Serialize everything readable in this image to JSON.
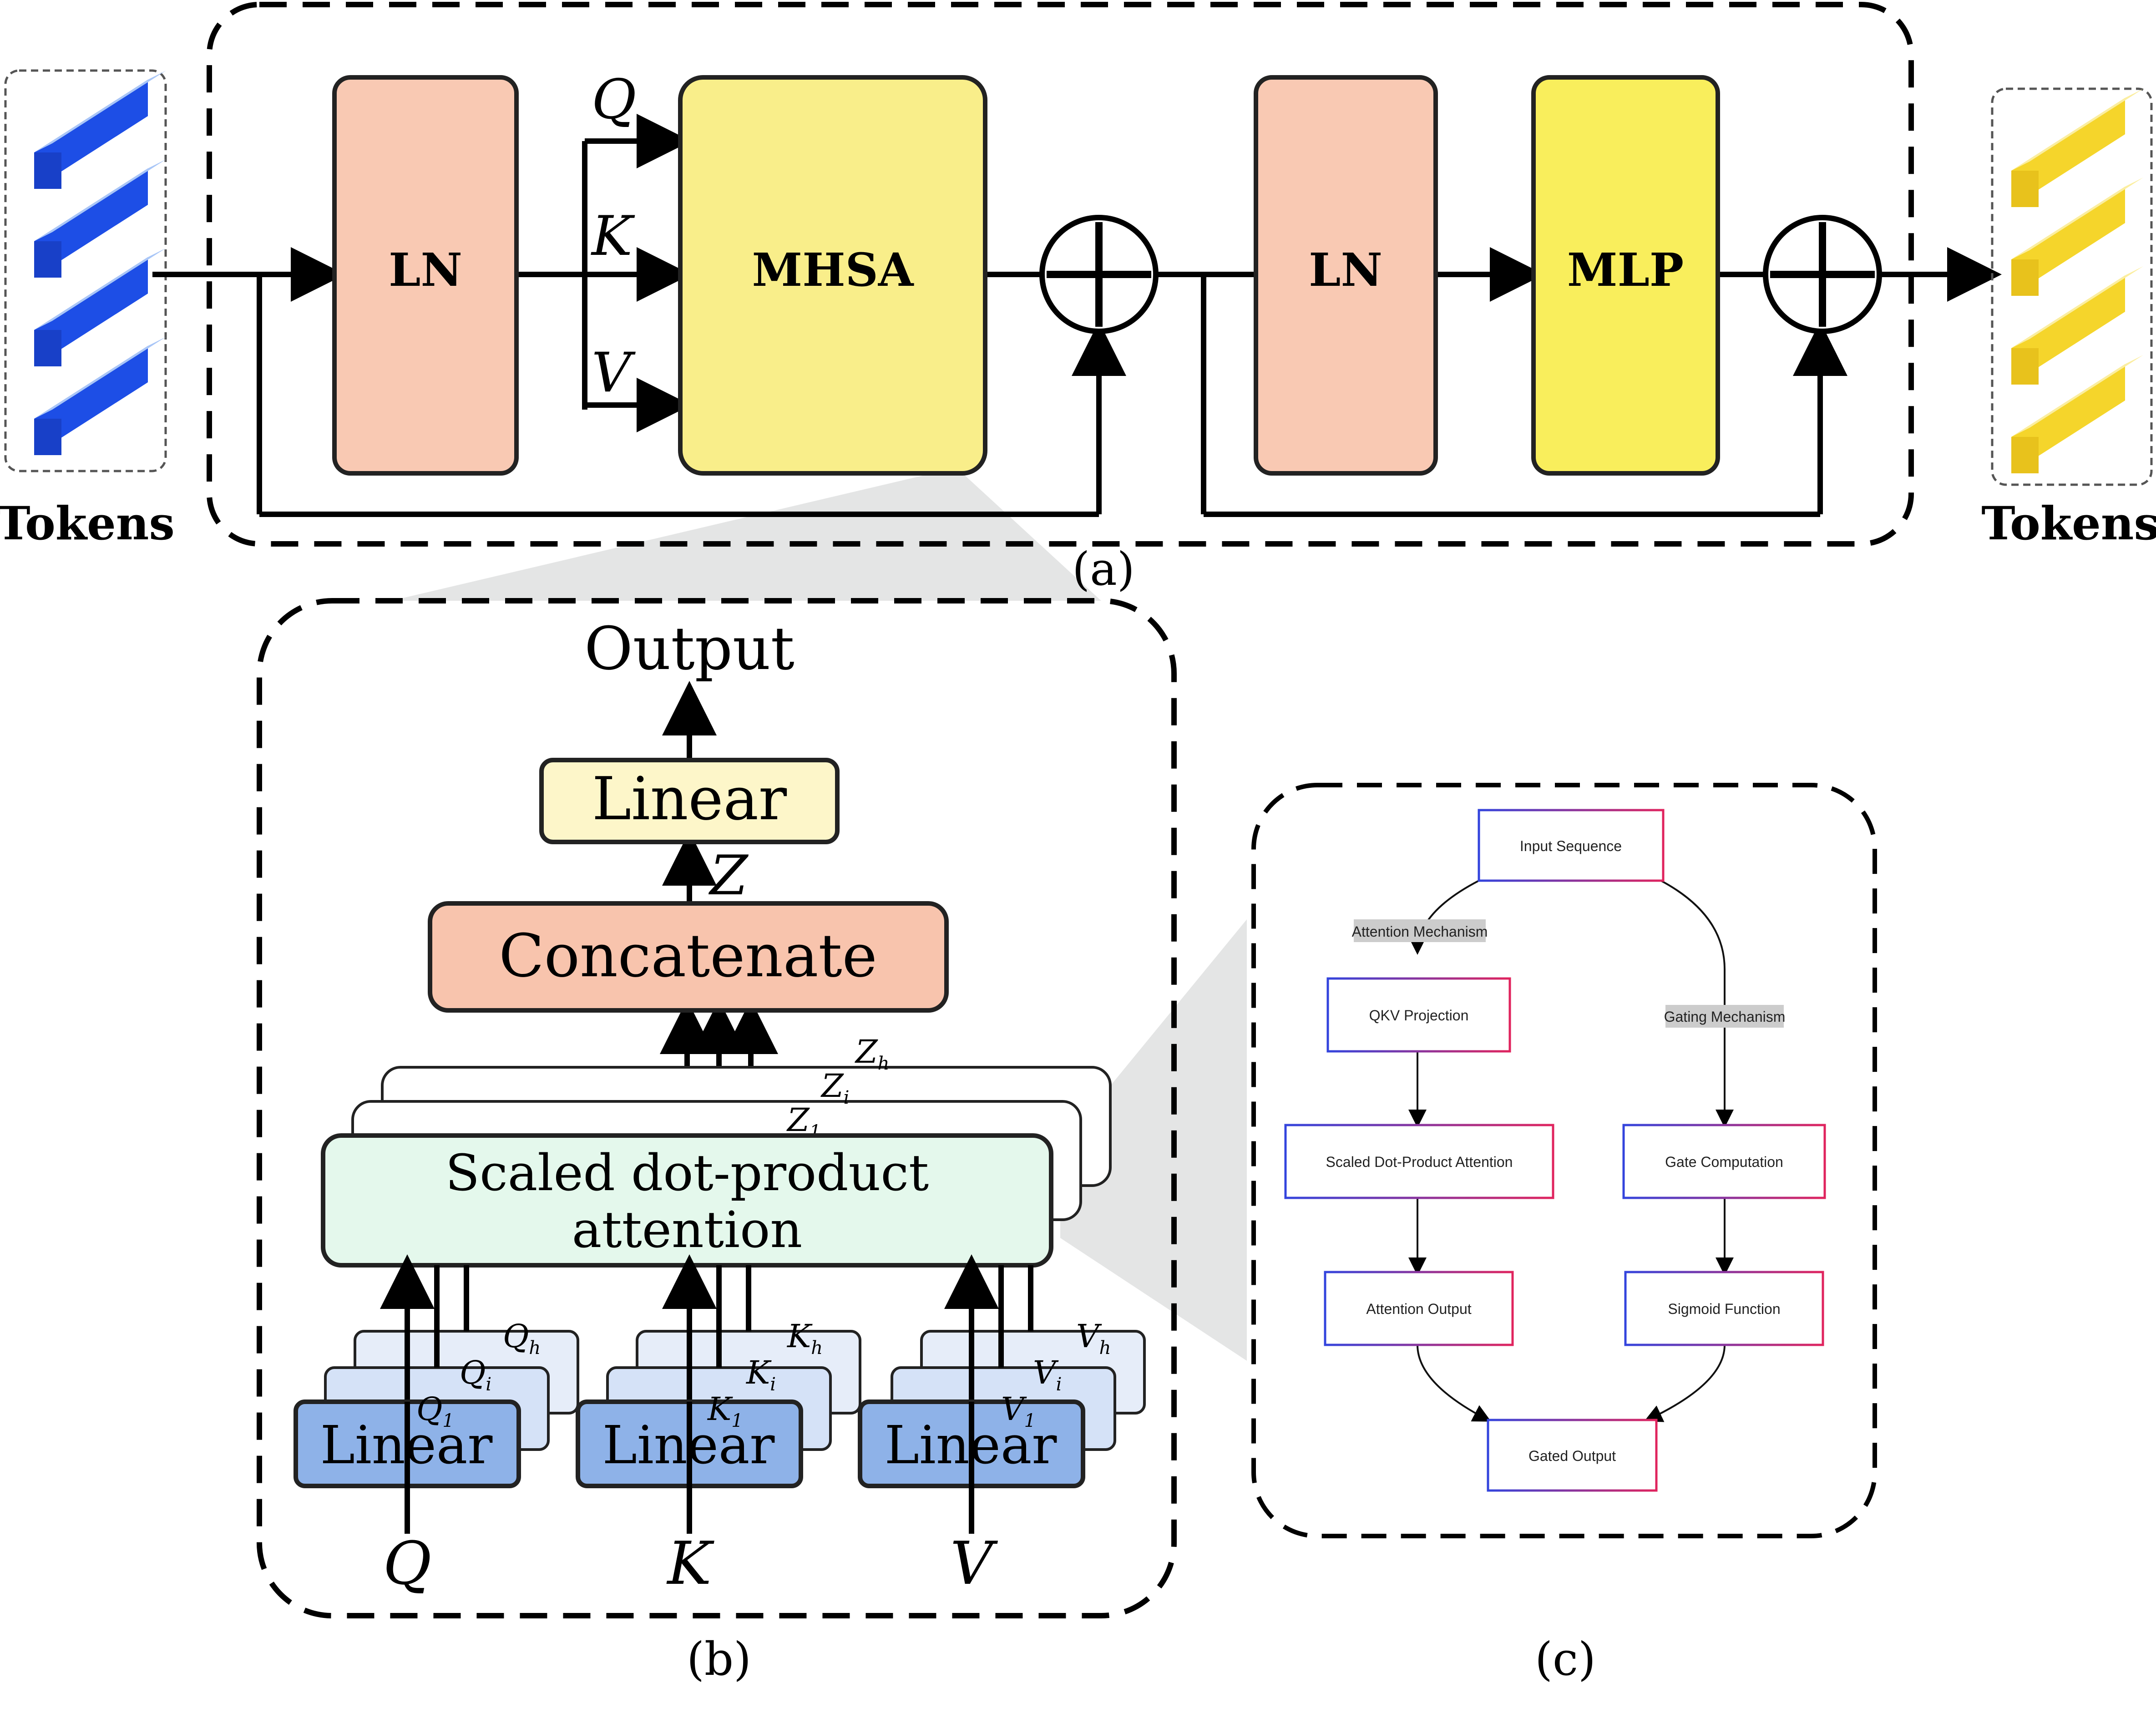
{
  "panel_a": {
    "tokens_in_label": "Tokens",
    "tokens_out_label": "Tokens",
    "ln1_label": "LN",
    "mhsa_label": "MHSA",
    "ln2_label": "LN",
    "mlp_label": "MLP",
    "q_label": "Q",
    "k_label": "K",
    "v_label": "V",
    "caption": "(a)"
  },
  "panel_b": {
    "output_label": "Output",
    "linear_label": "Linear",
    "z_label": "Z",
    "concat_label": "Concatenate",
    "z_h": "Z",
    "z_h_sub": "h",
    "z_i": "Z",
    "z_i_sub": "i",
    "z_1": "Z",
    "z_1_sub": "1",
    "sdpa_line1": "Scaled dot-product",
    "sdpa_line2": "attention",
    "q_h": "Q",
    "q_h_sub": "h",
    "q_i": "Q",
    "q_i_sub": "i",
    "q_1": "Q",
    "q_1_sub": "1",
    "k_h": "K",
    "k_h_sub": "h",
    "k_i": "K",
    "k_i_sub": "i",
    "k_1": "K",
    "k_1_sub": "1",
    "v_h": "V",
    "v_h_sub": "h",
    "v_i": "V",
    "v_i_sub": "i",
    "v_1": "V",
    "v_1_sub": "1",
    "linear_q": "Linear",
    "linear_k": "Linear",
    "linear_v": "Linear",
    "input_q": "Q",
    "input_k": "K",
    "input_v": "V",
    "caption": "(b)"
  },
  "panel_c": {
    "input_sequence": "Input Sequence",
    "attention_mechanism": "Attention Mechanism",
    "gating_mechanism": "Gating Mechanism",
    "qkv_projection": "QKV Projection",
    "scaled_dot_product": "Scaled Dot-Product Attention",
    "gate_computation": "Gate Computation",
    "attention_output": "Attention Output",
    "sigmoid_function": "Sigmoid Function",
    "gated_output": "Gated Output",
    "caption": "(c)"
  },
  "colors": {
    "ln_fill": "#f9c9b3",
    "mhsa_fill": "#f9ee8a",
    "mlp_fill": "#f9ee5c",
    "linear_top_fill": "#fdf6c9",
    "concat_fill": "#f8c4ad",
    "sdpa_fill": "#e4f8ec",
    "linear_blue_fill": "#8eb2e8",
    "token_blue": "#1d4ee6",
    "token_yellow": "#f5d52b",
    "node_border_blue": "#3344dd",
    "node_border_red": "#e0245e",
    "edge_label_bg": "#cccccc",
    "callout_gray": "#dfe0e0"
  }
}
